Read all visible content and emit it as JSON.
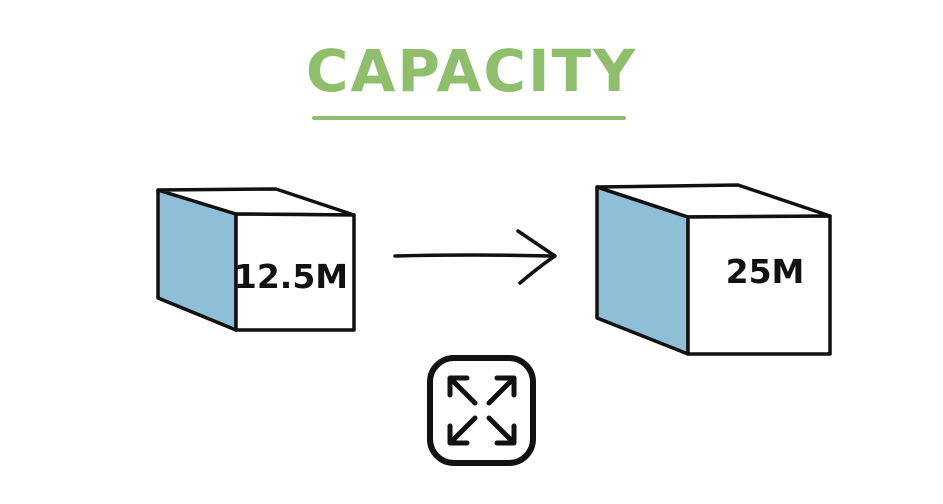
{
  "title": "CAPACITY",
  "colors": {
    "title": "#8fbf6d",
    "underline": "#8fbf6d",
    "side_face": "#8fbfd6",
    "front_face": "#ffffff",
    "stroke": "#111111"
  },
  "boxes": {
    "before": {
      "label": "12.5M"
    },
    "after": {
      "label": "25M"
    }
  },
  "icons": {
    "arrow": "right-arrow-icon",
    "expand": "expand-icon"
  }
}
